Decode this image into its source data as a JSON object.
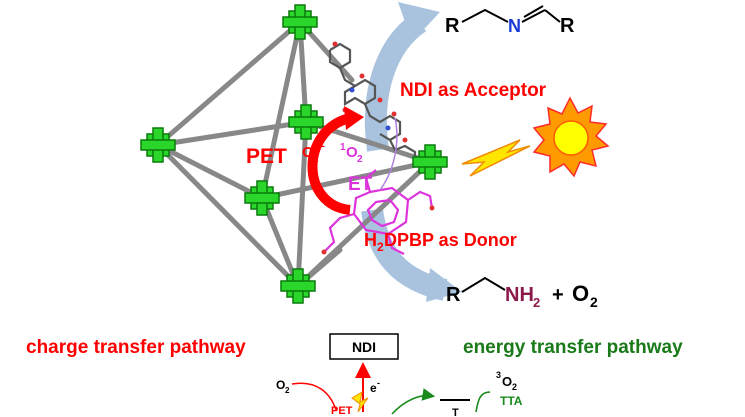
{
  "product_formula": {
    "r_left": "R",
    "n": "N",
    "r_right": "R"
  },
  "reactant_formula": {
    "r": "R",
    "nh2": "NH",
    "sub2": "2",
    "plus": "+",
    "o2": "O",
    "o2_sub": "2"
  },
  "labels": {
    "ndi_acceptor": "NDI as Acceptor",
    "donor_pre": "H",
    "donor_sub": "2",
    "donor_post": "DPBP as Donor",
    "pet": "PET",
    "superoxide": "O",
    "superoxide_sub": "2",
    "superoxide_sup": "•-",
    "singlet_sup": "1",
    "singlet": "O",
    "singlet_sub": "2",
    "et": "ET"
  },
  "bottom": {
    "charge_transfer": "charge transfer pathway",
    "ndi_box": "NDI",
    "energy_transfer": "energy transfer pathway",
    "o2_left": "O",
    "o2_left_sub": "2",
    "electron": "e",
    "electron_sup": "-",
    "triplet_o2_sup": "3",
    "triplet_o2": "O",
    "triplet_o2_sub": "2",
    "tta": "TTA",
    "pet_small": "PET",
    "t_level": "T"
  },
  "colors": {
    "red": "#ff0000",
    "green": "#00aa00",
    "magenta": "#dd33dd",
    "blue_arrow": "#a9c3df",
    "nitrogen_blue": "#1a3ad8",
    "amine": "#8b1a4a",
    "sun": "#ffff00",
    "sun_outline": "#ff2a2a",
    "bolt": "#ffe600",
    "cage_edge": "#888888",
    "dark_green_text": "#1a7a1a"
  }
}
